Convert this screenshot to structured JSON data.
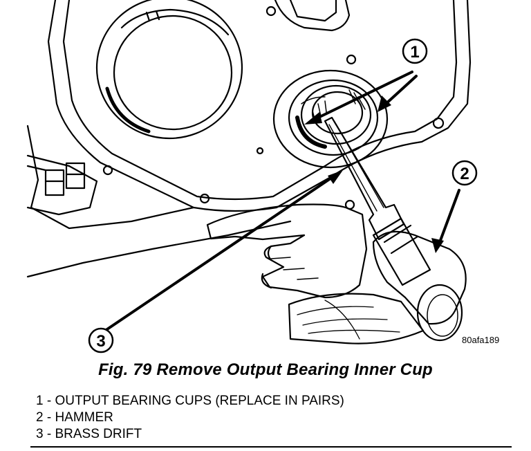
{
  "callouts": [
    {
      "number": "1"
    },
    {
      "number": "2"
    },
    {
      "number": "3"
    }
  ],
  "figure_id": "80afa189",
  "caption": "Fig. 79 Remove Output Bearing Inner Cup",
  "legend": [
    "1 - OUTPUT BEARING CUPS (REPLACE IN PAIRS)",
    "2 - HAMMER",
    "3 - BRASS DRIFT"
  ]
}
